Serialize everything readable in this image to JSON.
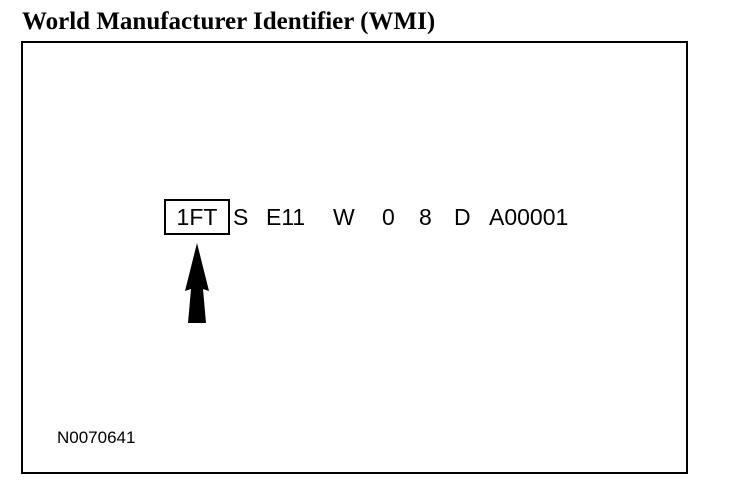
{
  "title": "World Manufacturer Identifier (WMI)",
  "vin": {
    "wmi": "1FT",
    "segments": [
      "S",
      "E11",
      "W",
      "0",
      "8",
      "D",
      "A00001"
    ]
  },
  "pointer": {
    "icon": "up-arrow-icon",
    "target": "1FT"
  },
  "reference": "N0070641"
}
